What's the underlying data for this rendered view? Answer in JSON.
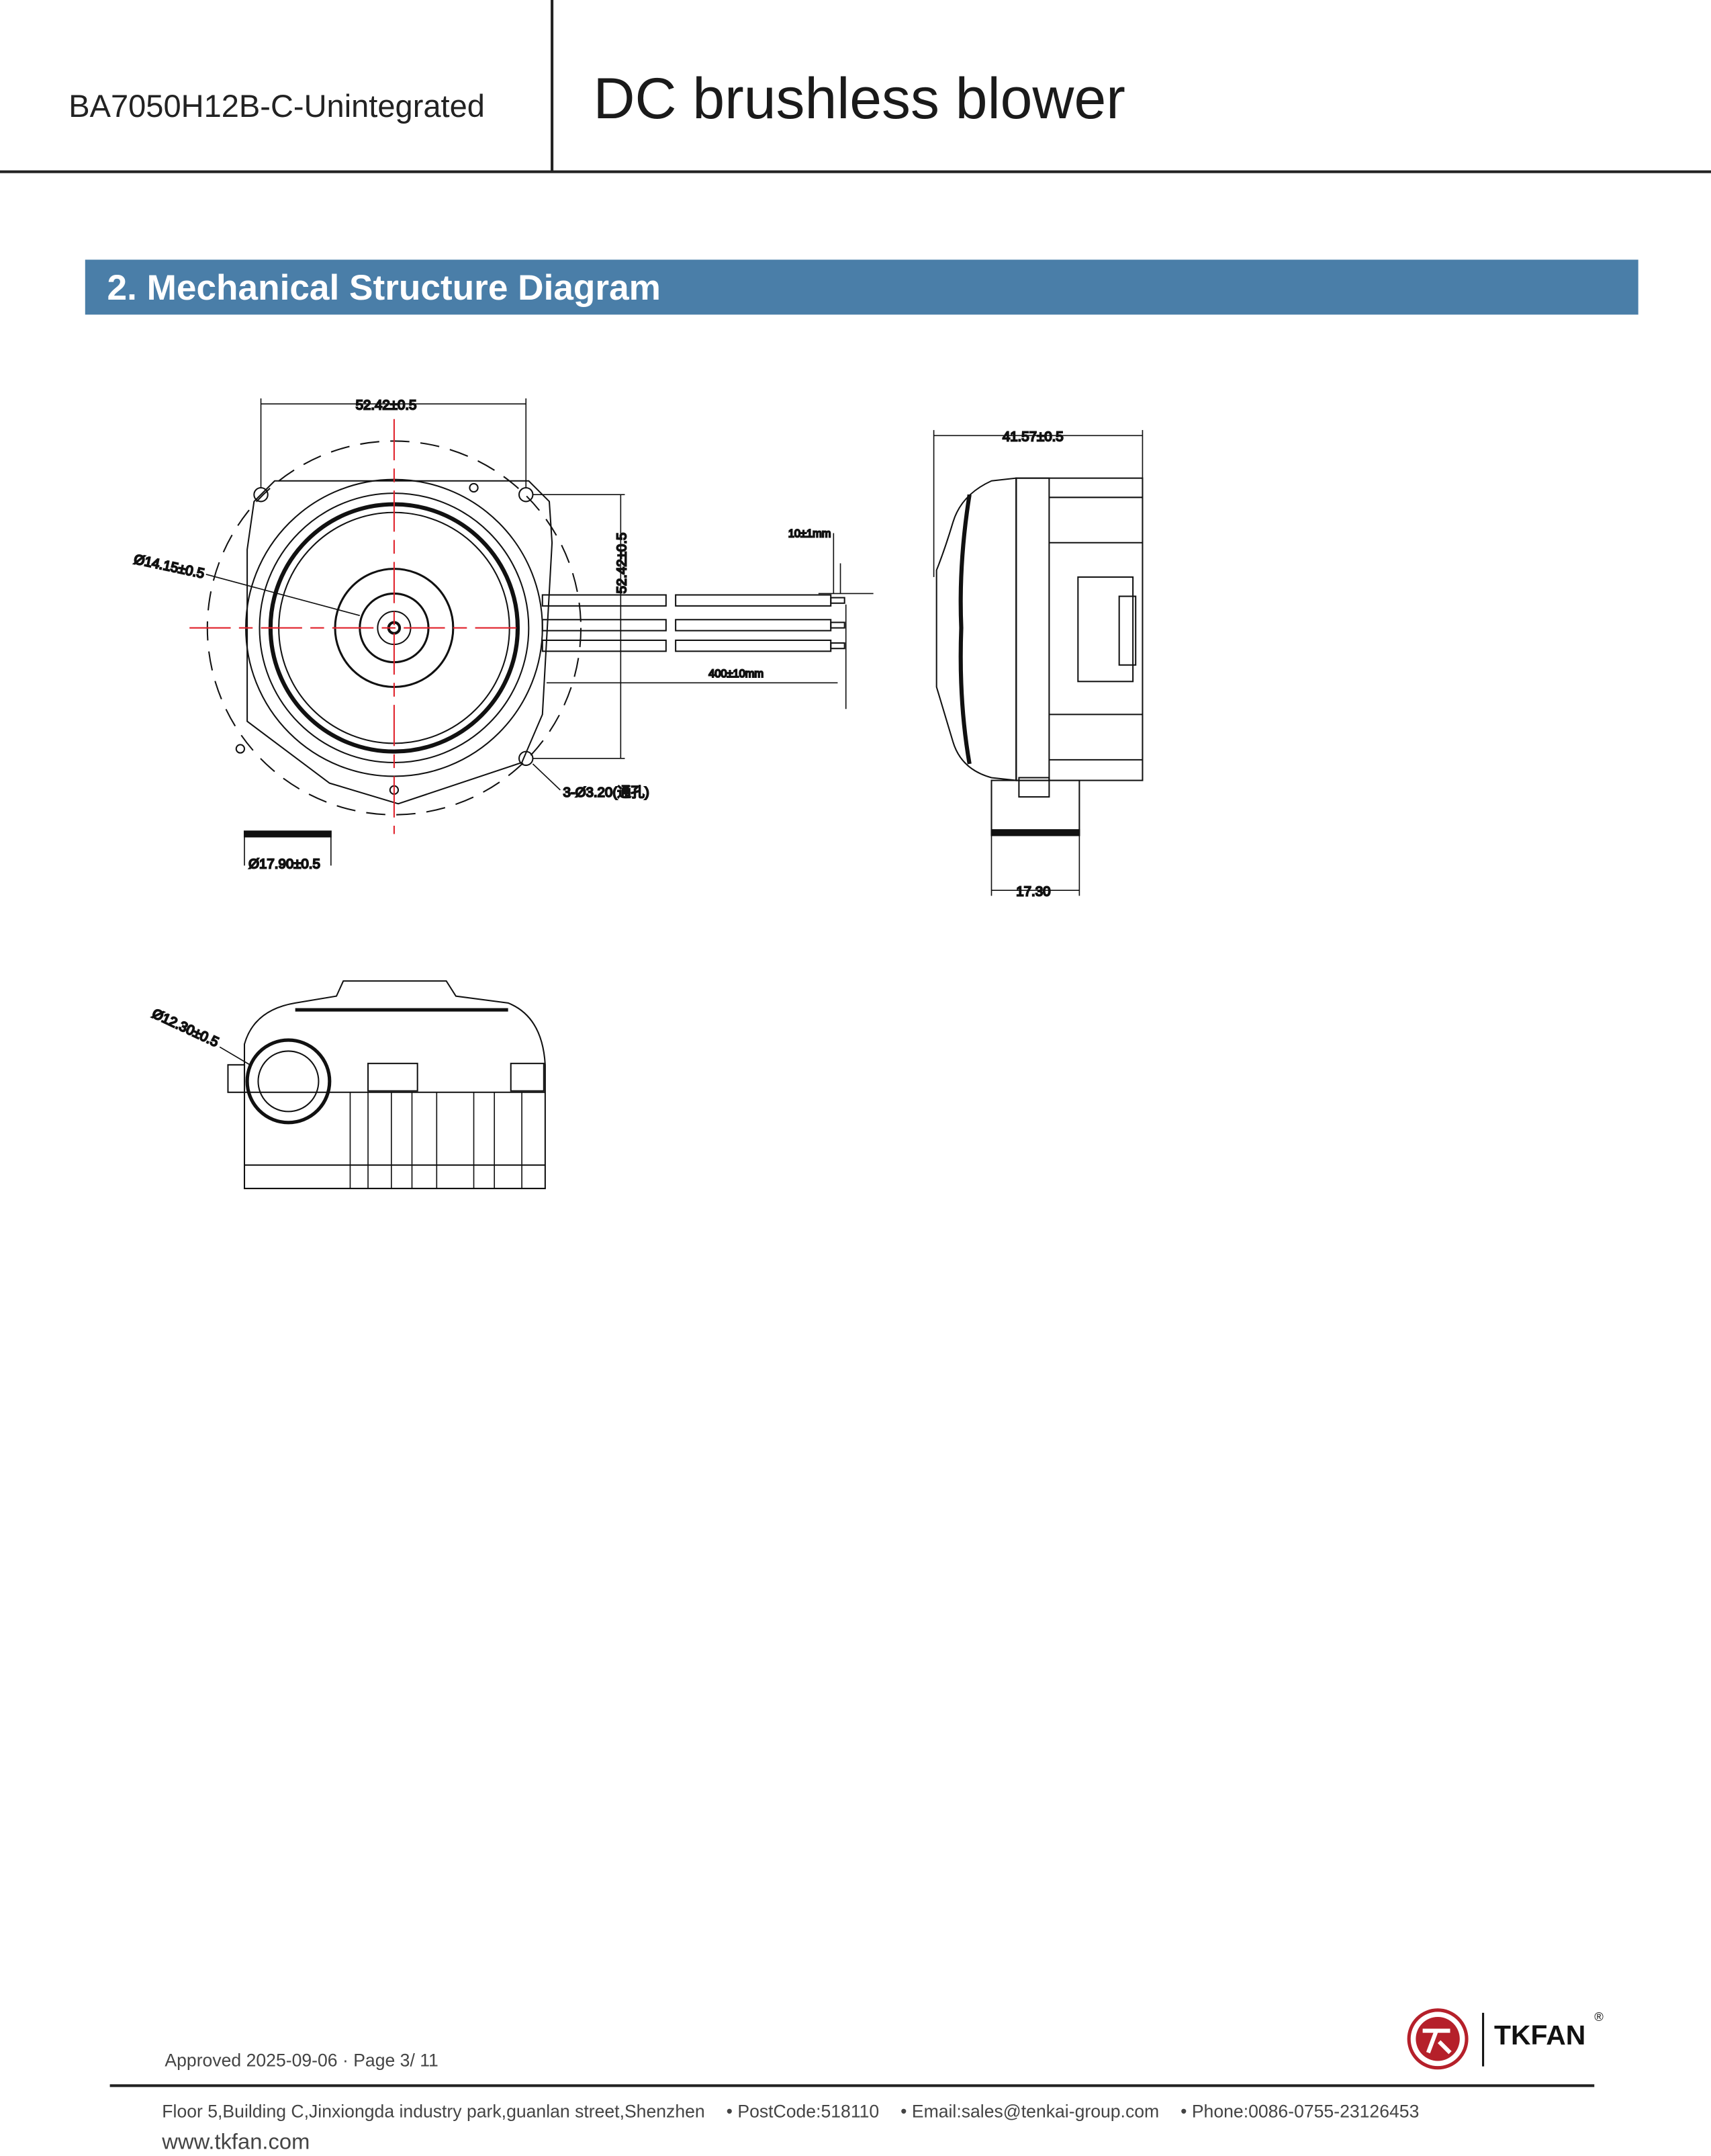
{
  "header": {
    "model": "BA7050H12B-C-Unintegrated",
    "title": "DC brushless blower"
  },
  "section": {
    "title": "2. Mechanical Structure Diagram"
  },
  "diagram": {
    "front": {
      "width_dim": "52.42±0.5",
      "height_dim": "52.42±0.5",
      "center_dia": "Ø14.15±0.5",
      "outlet_dia": "Ø17.90±0.5",
      "holes": "3-Ø3.20(通孔)",
      "wire_length": "400±10mm",
      "strip_length": "10±1mm"
    },
    "side": {
      "depth_dim": "41.57±0.5",
      "outlet_dim": "17.30"
    },
    "bottom": {
      "inlet_dia": "Ø12.30±0.5"
    },
    "colors": {
      "centerline": "#e0202a",
      "line": "#111111"
    }
  },
  "footer": {
    "approved": "Approved 2025-09-06 · Page 3/ 11",
    "address": "Floor 5,Building C,Jinxiongda industry park,guanlan street,Shenzhen",
    "postcode": "•  PostCode:518110",
    "email": "•  Email:sales@tenkai-group.com",
    "phone": "•    Phone:0086-0755-23126453",
    "website": "www.tkfan.com",
    "brand": "TKFAN",
    "reg": "®",
    "logo_color": "#b5202a"
  }
}
